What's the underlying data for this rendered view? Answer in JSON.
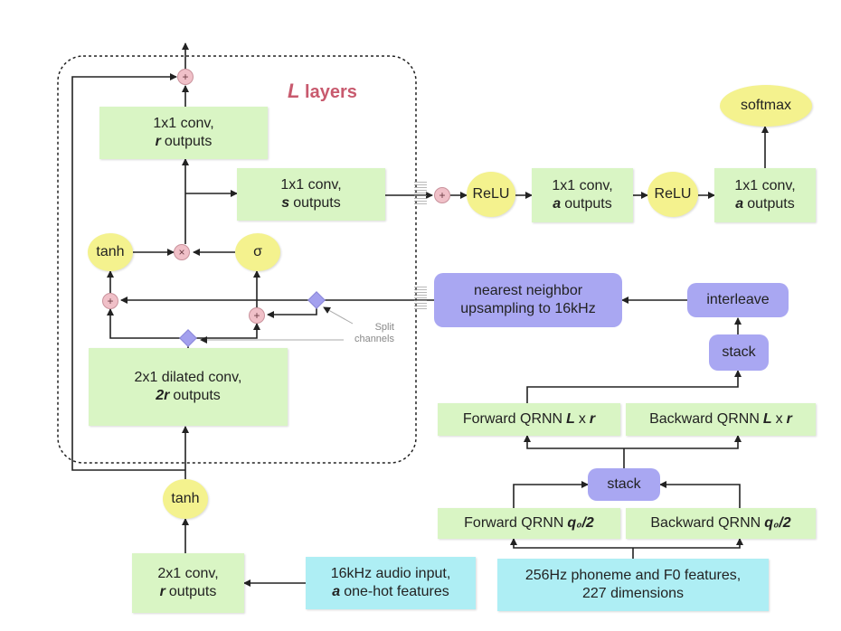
{
  "layers_title": {
    "var": "L",
    "text": "layers"
  },
  "conv_r": {
    "line1": "1x1 conv,",
    "var": "r",
    "rest": "outputs"
  },
  "conv_s": {
    "line1": "1x1 conv,",
    "var": "s",
    "rest": "outputs"
  },
  "conv_a1": {
    "line1": "1x1 conv,",
    "var": "a",
    "rest": "outputs"
  },
  "conv_a2": {
    "line1": "1x1 conv,",
    "var": "a",
    "rest": "outputs"
  },
  "dilated": {
    "line1": "2x1 dilated conv,",
    "var": "2r",
    "rest": "outputs"
  },
  "conv_in": {
    "line1": "2x1 conv,",
    "var": "r",
    "rest": "outputs"
  },
  "audio": {
    "line1": "16kHz audio input,",
    "var": "a",
    "rest": "one-hot features"
  },
  "phoneme": {
    "line1": "256Hz phoneme and F0 features,",
    "line2": "227 dimensions"
  },
  "softmax": "softmax",
  "relu1": "ReLU",
  "relu2": "ReLU",
  "tanh_gate": "tanh",
  "sigma": "σ",
  "tanh_in": "tanh",
  "ops": {
    "plus": "+",
    "times": "×"
  },
  "nn": {
    "line1": "nearest neighbor",
    "line2": "upsampling to 16kHz"
  },
  "interleave": "interleave",
  "stack_top": "stack",
  "stack_mid": "stack",
  "fwd_top": {
    "text": "Forward QRNN",
    "var": "L",
    "x": "x",
    "var2": "r"
  },
  "bwd_top": {
    "text": "Backward QRNN",
    "var": "L",
    "x": "x",
    "var2": "r"
  },
  "fwd_bot": {
    "text": "Forward QRNN",
    "var": "q₀/2"
  },
  "bwd_bot": {
    "text": "Backward QRNN",
    "var": "q₀/2"
  },
  "split_note": {
    "line1": "Split",
    "line2": "channels"
  },
  "colors": {
    "green": "#d9f5c4",
    "cyan": "#aeeef4",
    "yellow": "#f4f28e",
    "purple": "#a9a7f2",
    "title": "#c85a6e"
  }
}
